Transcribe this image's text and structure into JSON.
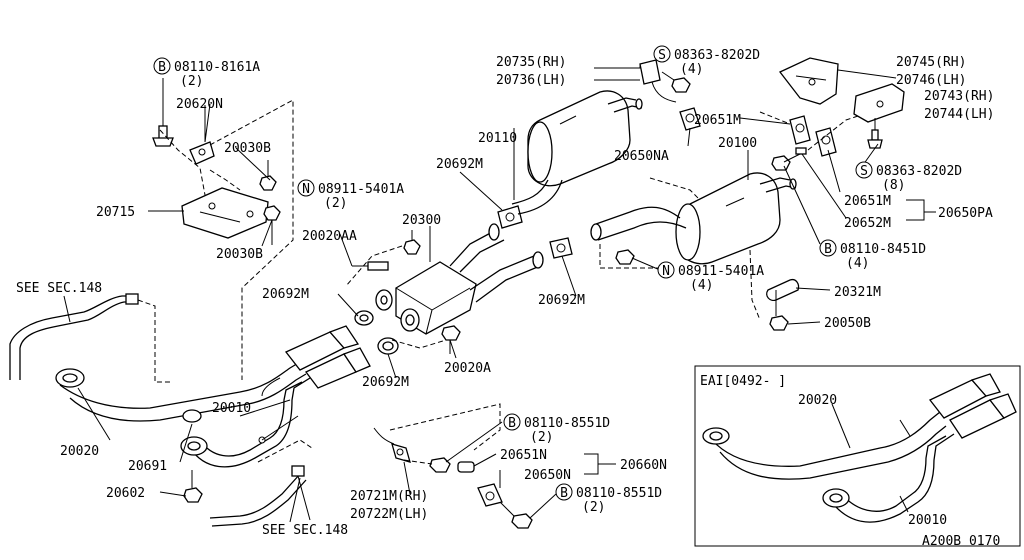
{
  "labels": {
    "bolt_a": "08110-8161A",
    "bolt_a_qty": "(2)",
    "p20620N": "20620N",
    "p20030B_top": "20030B",
    "p20715": "20715",
    "p20030B_bot": "20030B",
    "see148_left": "SEE SEC.148",
    "nut_a": "08911-5401A",
    "nut_a_qty": "(2)",
    "p20300": "20300",
    "p20020AA": "20020AA",
    "p20692M_left": "20692M",
    "p20692M_upper": "20692M",
    "p20692M_mid": "20692M",
    "p20692M_lower": "20692M",
    "p20020A": "20020A",
    "p20010": "20010",
    "p20020": "20020",
    "p20691": "20691",
    "p20602": "20602",
    "see148_bottom": "SEE SEC.148",
    "p20735": "20735(RH)",
    "p20736": "20736(LH)",
    "screw_a": "08363-8202D",
    "screw_a_qty": "(4)",
    "p20110": "20110",
    "p20650NA": "20650NA",
    "p20745": "20745(RH)",
    "p20746": "20746(LH)",
    "p20743": "20743(RH)",
    "p20744": "20744(LH)",
    "p20651M_top": "20651M",
    "p20100": "20100",
    "screw_b": "08363-8202D",
    "screw_b_qty": "(8)",
    "p20651M_r": "20651M",
    "p20650PA": "20650PA",
    "p20652M": "20652M",
    "bolt_b": "08110-8451D",
    "bolt_b_qty": "(4)",
    "nut_b": "08911-5401A",
    "nut_b_qty": "(4)",
    "p20321M": "20321M",
    "p20050B": "20050B",
    "bolt_c": "08110-8551D",
    "bolt_c_qty": "(2)",
    "p20651N": "20651N",
    "p20650N": "20650N",
    "p20660N": "20660N",
    "bolt_d": "08110-8551D",
    "bolt_d_qty": "(2)",
    "p20721M": "20721M(RH)",
    "p20722M": "20722M(LH)",
    "inset_code": "EAI[0492-      ]",
    "inset_20020": "20020",
    "inset_20010": "20010",
    "diagram_code": "A200B 0170"
  },
  "badges": {
    "b": "B",
    "n": "N",
    "s": "S"
  }
}
